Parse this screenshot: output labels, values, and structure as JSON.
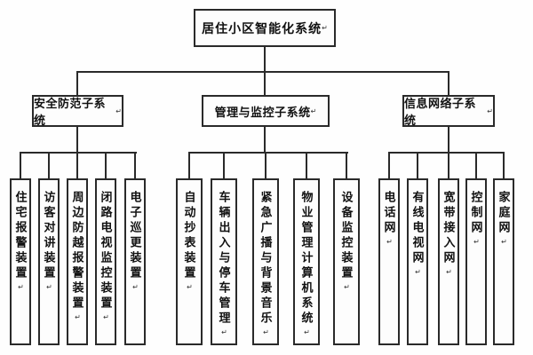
{
  "paragraph_mark": "↵",
  "root": {
    "label": "居住小区智能化系统"
  },
  "groups": [
    {
      "label": "安全防范子系统",
      "items": [
        {
          "label": "住宅报警装置"
        },
        {
          "label": "访客对讲装置"
        },
        {
          "label": "周边防越报警装置"
        },
        {
          "label": "闭路电视监控装置"
        },
        {
          "label": "电子巡更装置"
        }
      ]
    },
    {
      "label": "管理与监控子系统",
      "items": [
        {
          "label": "自动抄表装置"
        },
        {
          "label": "车辆出入与停车管理"
        },
        {
          "label": "紧急广播与背景音乐"
        },
        {
          "label": "物业管理计算机系统"
        },
        {
          "label": "设备监控装置"
        }
      ]
    },
    {
      "label": "信息网络子系统",
      "items": [
        {
          "label": "电话网"
        },
        {
          "label": "有线电视网"
        },
        {
          "label": "宽带接入网"
        },
        {
          "label": "控制网"
        },
        {
          "label": "家庭网"
        }
      ]
    }
  ]
}
